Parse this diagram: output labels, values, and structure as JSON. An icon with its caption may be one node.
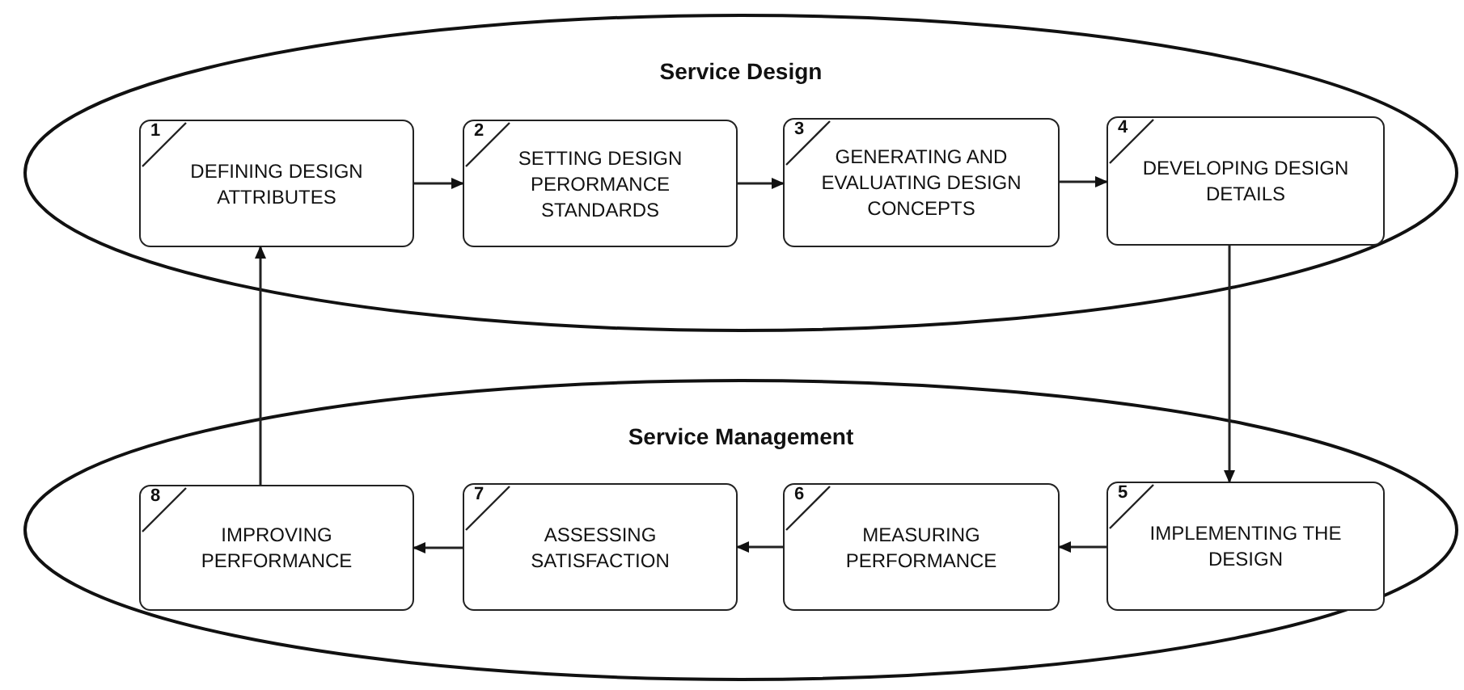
{
  "diagram": {
    "nodes": [
      {
        "text": [
          "Service Design"
        ]
      },
      {
        "text": [
          "1",
          "DEFINING DESIGN ATTRIBUTES"
        ],
        "in": 0
      },
      {
        "text": [
          "2",
          "SETTING DESIGN PERORMANCE STANDARDS"
        ],
        "in": 0
      },
      {
        "text": [
          "3",
          "GENERATING AND EVALUATING DESIGN CONCEPTS"
        ],
        "in": 0
      },
      {
        "text": [
          "4",
          "DEVELOPING DESIGN DETAILS"
        ],
        "in": 0
      },
      {
        "text": [
          "Service Management"
        ]
      },
      {
        "text": [
          "5",
          "IMPLEMENTING THE DESIGN"
        ],
        "in": 5
      },
      {
        "text": [
          "6",
          "MEASURING PERFORMANCE"
        ],
        "in": 5
      },
      {
        "text": [
          "7",
          "ASSESSING SATISFACTION"
        ],
        "in": 5
      },
      {
        "text": [
          "8",
          "IMPROVING PERFORMANCE"
        ],
        "in": 5
      }
    ],
    "edges": [
      {
        "from": 1,
        "to": 2,
        "arrow": "to"
      },
      {
        "from": 2,
        "to": 3,
        "arrow": "to"
      },
      {
        "from": 3,
        "to": 4,
        "arrow": "to"
      },
      {
        "from": 4,
        "to": 6,
        "arrow": "to"
      },
      {
        "from": 6,
        "to": 7,
        "arrow": "to"
      },
      {
        "from": 7,
        "to": 8,
        "arrow": "to"
      },
      {
        "from": 8,
        "to": 9,
        "arrow": "to"
      },
      {
        "from": 9,
        "to": 1,
        "arrow": "to"
      }
    ]
  }
}
